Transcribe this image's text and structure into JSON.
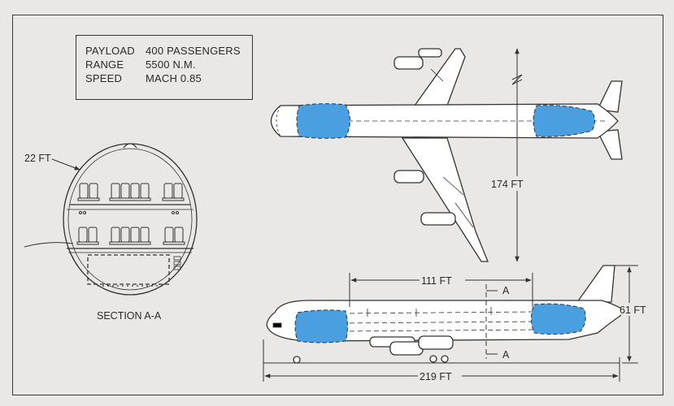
{
  "specs": [
    {
      "label": "PAYLOAD",
      "value": "400 PASSENGERS"
    },
    {
      "label": "RANGE",
      "value": "5500 N.M."
    },
    {
      "label": "SPEED",
      "value": "MACH 0.85"
    }
  ],
  "section": {
    "title": "SECTION A-A",
    "width_label": "22 FT"
  },
  "dimensions": {
    "wingspan": "174 FT",
    "cabin_length": "111 FT",
    "overall_length": "219 FT",
    "height": "61 FT",
    "section_marker": "A"
  },
  "colors": {
    "highlight": "#4a9fe0",
    "line": "#333333",
    "background": "#e9e8e6"
  }
}
